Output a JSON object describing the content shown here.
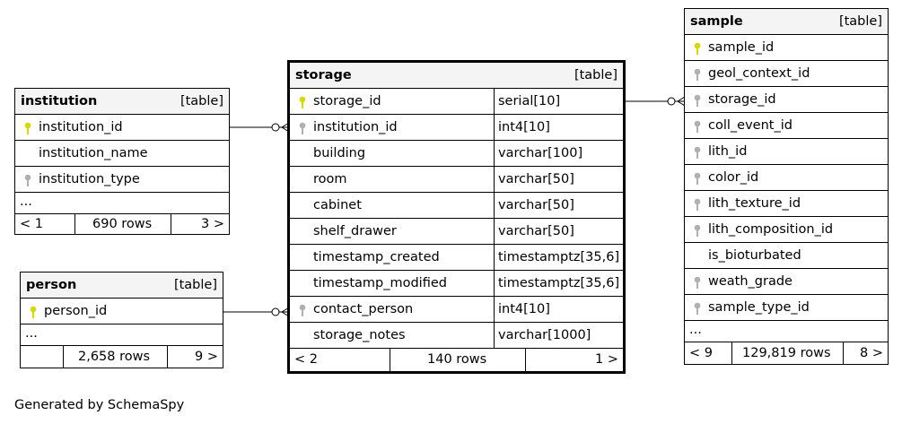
{
  "tables": {
    "institution": {
      "name": "institution",
      "type": "[table]",
      "columns": [
        {
          "name": "institution_id",
          "key": "primary"
        },
        {
          "name": "institution_name",
          "key": "none"
        },
        {
          "name": "institution_type",
          "key": "foreign"
        }
      ],
      "ellipsis": "...",
      "footer": {
        "parents": "< 1",
        "rows": "690 rows",
        "children": "3 >"
      }
    },
    "person": {
      "name": "person",
      "type": "[table]",
      "columns": [
        {
          "name": "person_id",
          "key": "primary"
        }
      ],
      "ellipsis": "...",
      "footer": {
        "parents": "",
        "rows": "2,658 rows",
        "children": "9 >"
      }
    },
    "storage": {
      "name": "storage",
      "type": "[table]",
      "columns": [
        {
          "name": "storage_id",
          "datatype": "serial[10]",
          "key": "primary"
        },
        {
          "name": "institution_id",
          "datatype": "int4[10]",
          "key": "foreign"
        },
        {
          "name": "building",
          "datatype": "varchar[100]",
          "key": "none"
        },
        {
          "name": "room",
          "datatype": "varchar[50]",
          "key": "none"
        },
        {
          "name": "cabinet",
          "datatype": "varchar[50]",
          "key": "none"
        },
        {
          "name": "shelf_drawer",
          "datatype": "varchar[50]",
          "key": "none"
        },
        {
          "name": "timestamp_created",
          "datatype": "timestamptz[35,6]",
          "key": "none"
        },
        {
          "name": "timestamp_modified",
          "datatype": "timestamptz[35,6]",
          "key": "none"
        },
        {
          "name": "contact_person",
          "datatype": "int4[10]",
          "key": "foreign"
        },
        {
          "name": "storage_notes",
          "datatype": "varchar[1000]",
          "key": "none"
        }
      ],
      "footer": {
        "parents": "< 2",
        "rows": "140 rows",
        "children": "1 >"
      }
    },
    "sample": {
      "name": "sample",
      "type": "[table]",
      "columns": [
        {
          "name": "sample_id",
          "key": "primary"
        },
        {
          "name": "geol_context_id",
          "key": "foreign"
        },
        {
          "name": "storage_id",
          "key": "foreign"
        },
        {
          "name": "coll_event_id",
          "key": "foreign"
        },
        {
          "name": "lith_id",
          "key": "foreign"
        },
        {
          "name": "color_id",
          "key": "foreign"
        },
        {
          "name": "lith_texture_id",
          "key": "foreign"
        },
        {
          "name": "lith_composition_id",
          "key": "foreign"
        },
        {
          "name": "is_bioturbated",
          "key": "none"
        },
        {
          "name": "weath_grade",
          "key": "foreign"
        },
        {
          "name": "sample_type_id",
          "key": "foreign"
        }
      ],
      "ellipsis": "...",
      "footer": {
        "parents": "< 9",
        "rows": "129,819 rows",
        "children": "8 >"
      }
    }
  },
  "colors": {
    "primary_key": "#d8d800",
    "foreign_key": "#b0b0b0",
    "header_bg": "#f4f4f4"
  },
  "footer_text": "Generated by SchemaSpy"
}
